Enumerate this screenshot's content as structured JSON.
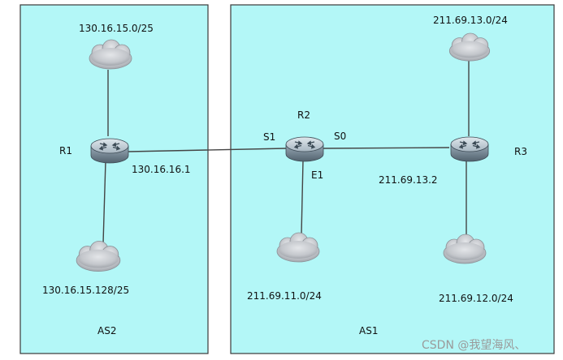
{
  "colors": {
    "region_fill": "#b3f7f7",
    "region_border": "#3a3a3a",
    "link": "#444444",
    "cloud_fill": "#c6c8cc",
    "router_body": "#8a9aa6"
  },
  "regions": {
    "as2": {
      "label": "AS2"
    },
    "as1": {
      "label": "AS1"
    }
  },
  "routers": {
    "r1": {
      "label": "R1",
      "ip": "130.16.16.1"
    },
    "r2": {
      "label": "R2",
      "port_s1": "S1",
      "port_s0": "S0",
      "port_e1": "E1"
    },
    "r3": {
      "label": "R3",
      "ip": "211.69.13.2"
    }
  },
  "networks": {
    "net_130_16_15_0": "130.16.15.0/25",
    "net_130_16_15_128": "130.16.15.128/25",
    "net_211_69_13_0": "211.69.13.0/24",
    "net_211_69_11_0": "211.69.11.0/24",
    "net_211_69_12_0": "211.69.12.0/24"
  },
  "watermark": "CSDN @我望海风、",
  "icons": {
    "cloud": "cloud-icon",
    "router": "router-icon"
  }
}
